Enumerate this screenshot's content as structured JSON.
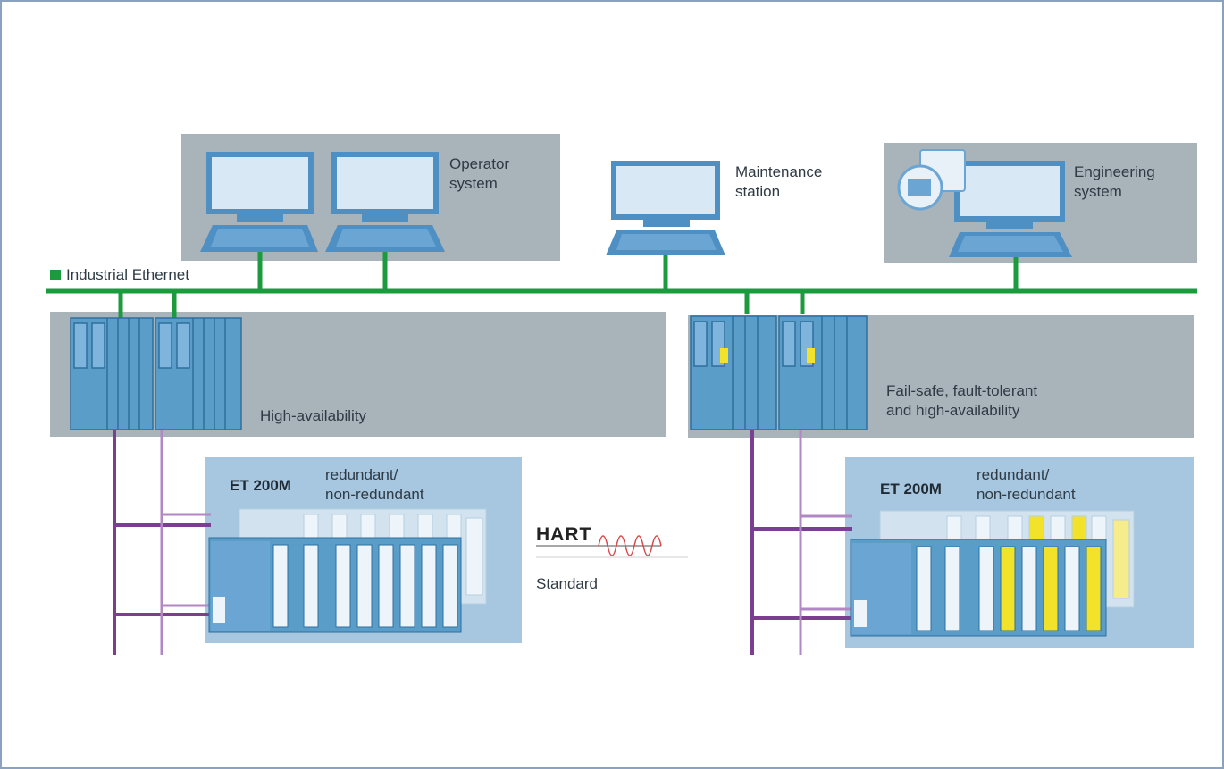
{
  "network": {
    "label": "Industrial Ethernet",
    "color": "#1c9a3e"
  },
  "stations": {
    "operator": "Operator\nsystem",
    "maintenance": "Maintenance\nstation",
    "engineering": "Engineering\nsystem"
  },
  "controllers": {
    "left_label": "High-availability",
    "right_label": "Fail-safe, fault-tolerant\nand high-availability"
  },
  "io": {
    "left_title": "ET 200M",
    "left_subtitle": "redundant/\nnon-redundant",
    "right_title": "ET 200M",
    "right_subtitle": "redundant/\nnon-redundant"
  },
  "hart": {
    "logo": "HART",
    "label": "Standard"
  },
  "colors": {
    "module_blue": "#5b9dc9",
    "failsafe_yellow": "#f2e32a",
    "profibus_purple": "#7b3f91"
  }
}
